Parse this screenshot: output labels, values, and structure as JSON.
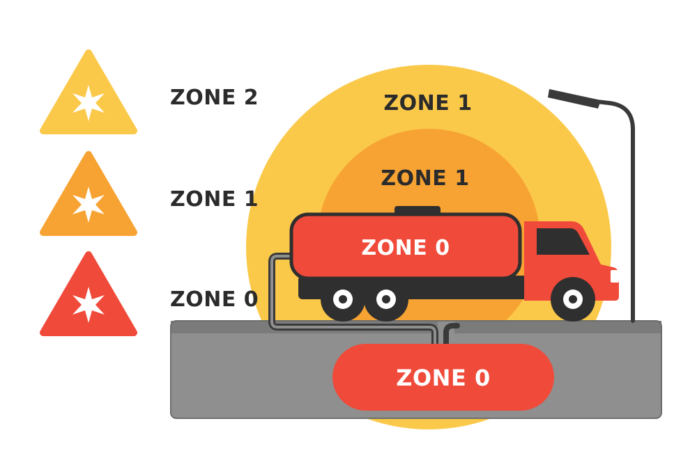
{
  "colors": {
    "zone2": "#fbc94a",
    "zone1": "#f7a333",
    "zone0": "#f04a3a",
    "ground": "#8f8f8f",
    "dark": "#2f2f2f",
    "text_dark": "#2b2b2b",
    "text_light": "#ffffff"
  },
  "legend": {
    "items": [
      {
        "label": "ZONE 2",
        "icon": "spark-warning-icon"
      },
      {
        "label": "ZONE 1",
        "icon": "spark-warning-icon"
      },
      {
        "label": "ZONE 0",
        "icon": "spark-warning-icon"
      }
    ]
  },
  "diagram": {
    "outer_zone_label": "ZONE 1",
    "inner_zone_label": "ZONE 1",
    "tank_label": "ZONE 0",
    "underground_tank_label": "ZONE 0"
  }
}
